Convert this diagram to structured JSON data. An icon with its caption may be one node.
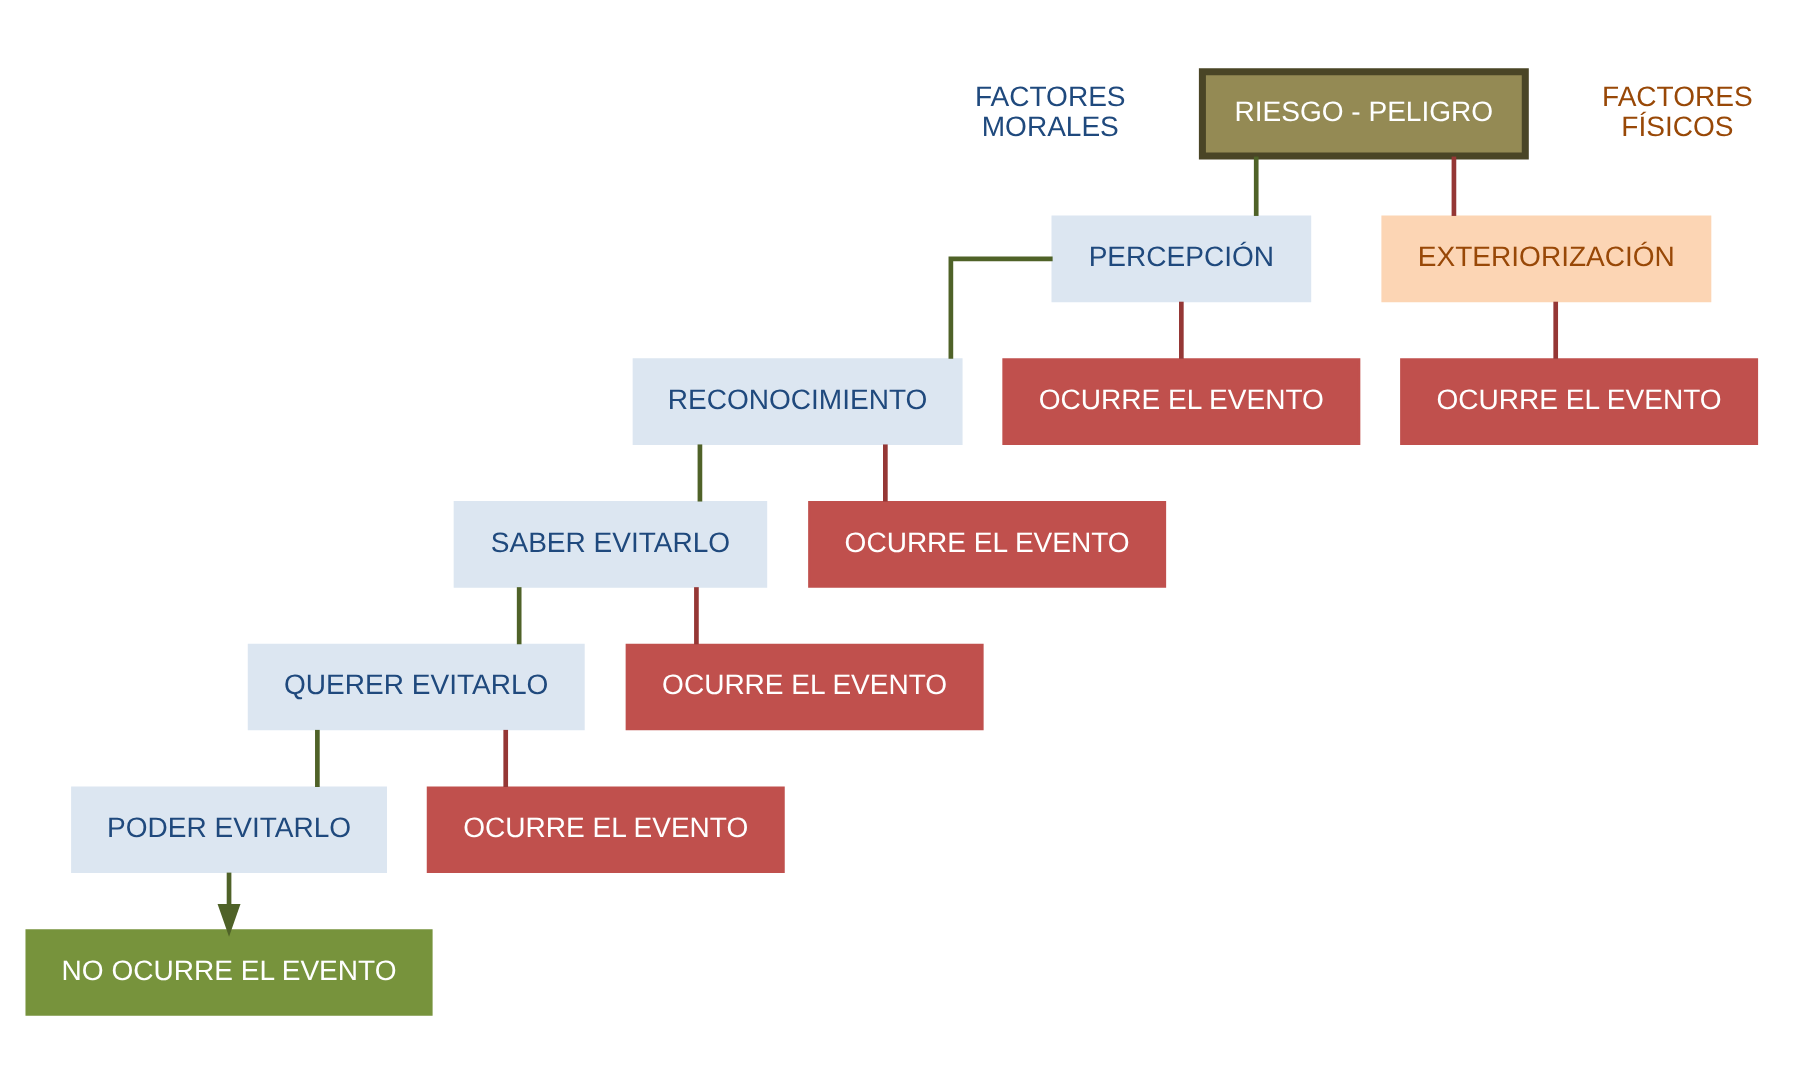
{
  "diagram": {
    "nodes": [
      {
        "text": [
          "RIESGO - PELIGRO"
        ]
      },
      {
        "text": [
          "PERCEPCIÓN"
        ]
      },
      {
        "text": [
          "EXTERIORIZACIÓN"
        ]
      },
      {
        "text": [
          "RECONOCIMIENTO"
        ]
      },
      {
        "text": [
          "OCURRE EL EVENTO"
        ]
      },
      {
        "text": [
          "OCURRE EL EVENTO"
        ]
      },
      {
        "text": [
          "SABER EVITARLO"
        ]
      },
      {
        "text": [
          "OCURRE EL EVENTO"
        ]
      },
      {
        "text": [
          "QUERER EVITARLO"
        ]
      },
      {
        "text": [
          "OCURRE EL EVENTO"
        ]
      },
      {
        "text": [
          "PODER EVITARLO"
        ]
      },
      {
        "text": [
          "OCURRE EL EVENTO"
        ]
      },
      {
        "text": [
          "NO OCURRE EL EVENTO"
        ]
      }
    ],
    "edges": [
      {
        "from": 0,
        "to": 1,
        "arrow": "none",
        "color": "#4f6228"
      },
      {
        "from": 0,
        "to": 2,
        "arrow": "none",
        "color": "#953735"
      },
      {
        "from": 1,
        "to": 3,
        "arrow": "none",
        "color": "#4f6228"
      },
      {
        "from": 1,
        "to": 4,
        "arrow": "none",
        "color": "#953735"
      },
      {
        "from": 2,
        "to": 5,
        "arrow": "none",
        "color": "#953735"
      },
      {
        "from": 3,
        "to": 6,
        "arrow": "none",
        "color": "#4f6228"
      },
      {
        "from": 3,
        "to": 7,
        "arrow": "none",
        "color": "#953735"
      },
      {
        "from": 6,
        "to": 8,
        "arrow": "none",
        "color": "#4f6228"
      },
      {
        "from": 6,
        "to": 9,
        "arrow": "none",
        "color": "#953735"
      },
      {
        "from": 8,
        "to": 10,
        "arrow": "none",
        "color": "#4f6228"
      },
      {
        "from": 8,
        "to": 11,
        "arrow": "none",
        "color": "#953735"
      },
      {
        "from": 10,
        "to": 12,
        "arrow": "to",
        "color": "#4f6228"
      }
    ],
    "labels": [
      "FACTORES MORALES",
      "FACTORES FÍSICOS"
    ]
  }
}
